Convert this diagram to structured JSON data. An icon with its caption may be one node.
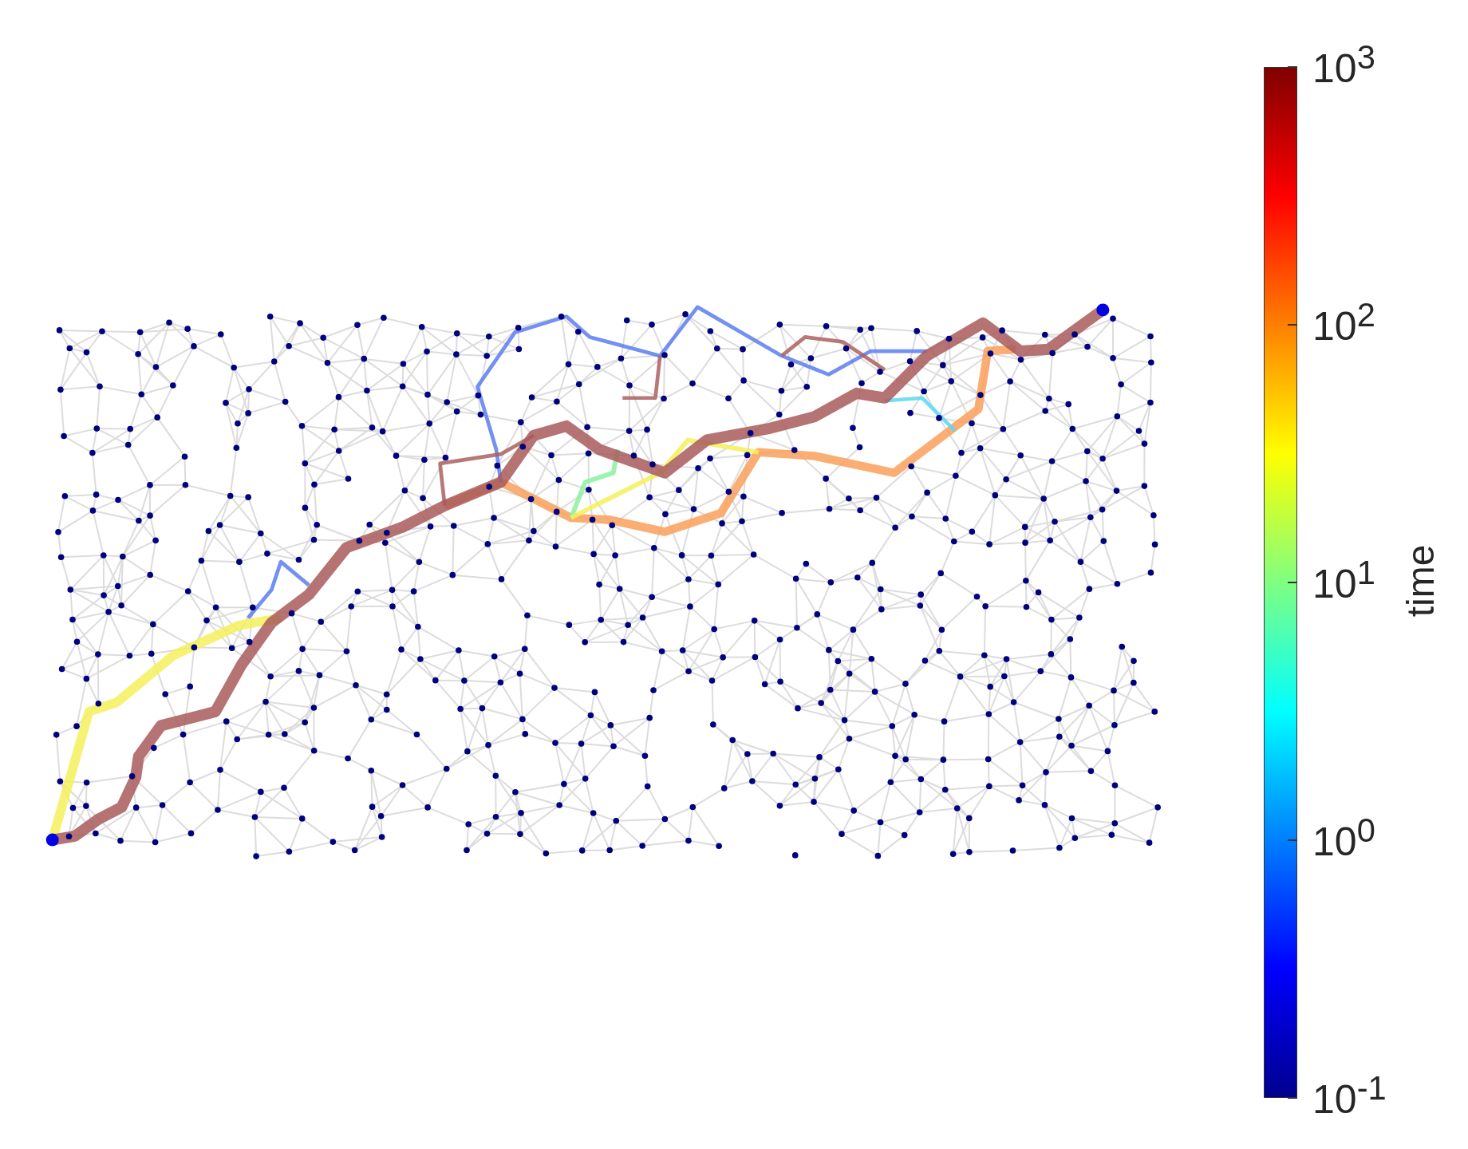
{
  "diagram": {
    "labels": [
      "10$^{3}$",
      "10$^{2}$",
      "10$^{1}$",
      "10$^{0}$",
      "10$^{-1}$",
      "time"
    ]
  }
}
